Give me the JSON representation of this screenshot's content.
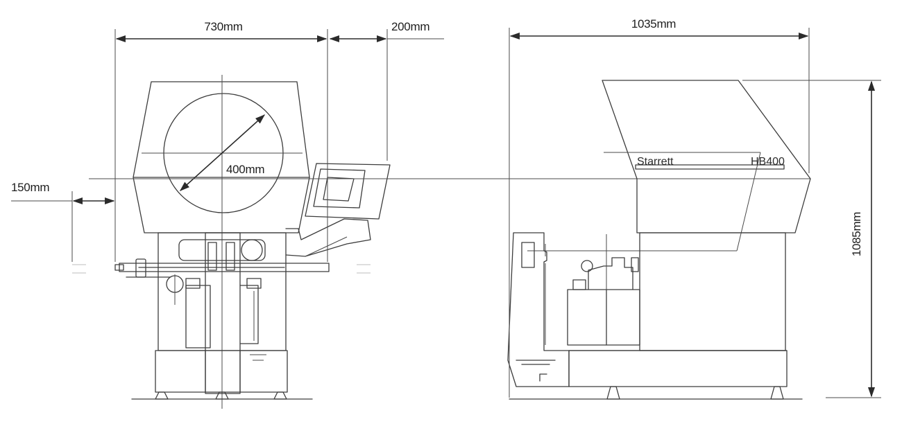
{
  "dimensions": {
    "front_width": "730mm",
    "screen_diameter": "400mm",
    "display_offset": "200mm",
    "left_offset": "150mm",
    "side_depth": "1035mm",
    "height": "1085mm"
  },
  "side_view": {
    "brand": "Starrett",
    "model": "HB400"
  },
  "colors": {
    "line": "#3c3c3c",
    "background": "#ffffff"
  }
}
